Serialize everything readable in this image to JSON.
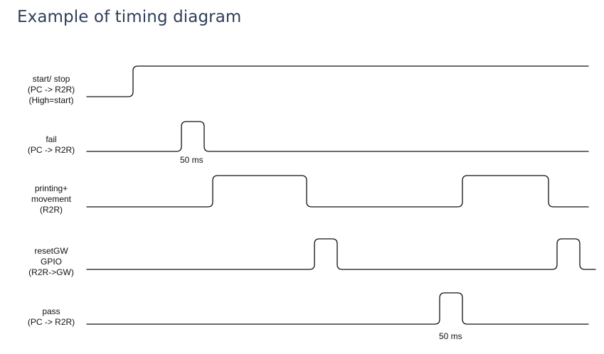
{
  "title": "Example of timing diagram",
  "signals": [
    {
      "id": "start-stop",
      "label_lines": [
        "start/ stop",
        "(PC -> R2R)",
        "(High=start)"
      ]
    },
    {
      "id": "fail",
      "label_lines": [
        "fail",
        "(PC -> R2R)"
      ]
    },
    {
      "id": "printing-movement",
      "label_lines": [
        "printing+",
        "movement",
        "(R2R)"
      ]
    },
    {
      "id": "resetgw-gpio",
      "label_lines": [
        "resetGW",
        "GPIO",
        "(R2R->GW)"
      ]
    },
    {
      "id": "pass",
      "label_lines": [
        "pass",
        "(PC -> R2R)"
      ]
    }
  ],
  "annotations": {
    "fail_pulse_width": "50 ms",
    "pass_pulse_width": "50 ms"
  }
}
